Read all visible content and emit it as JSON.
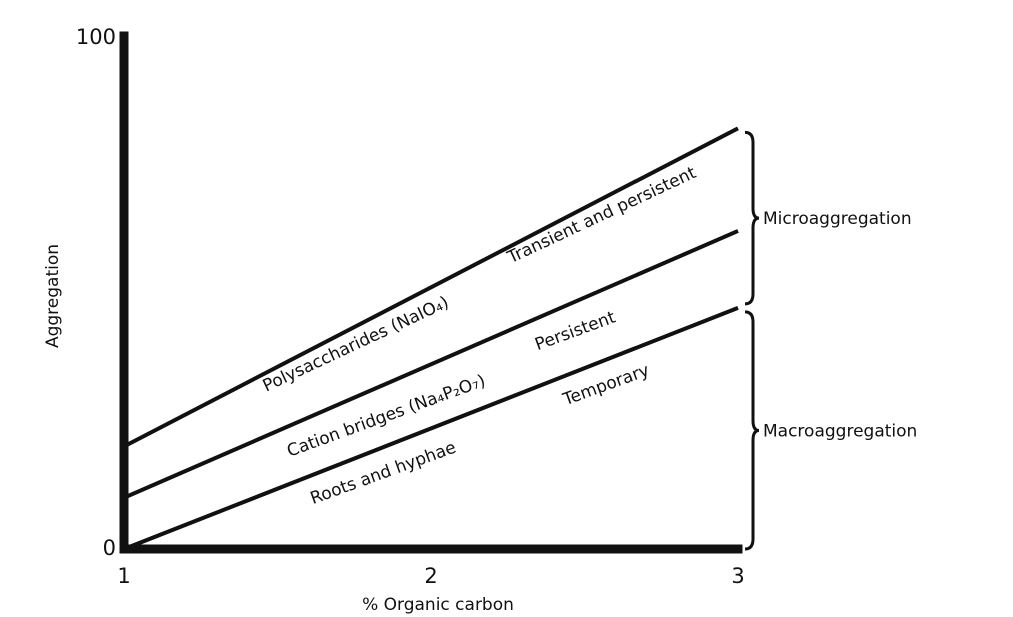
{
  "chart_data": {
    "type": "line",
    "xlabel": "% Organic carbon",
    "ylabel": "Aggregation",
    "xlim": [
      1,
      3
    ],
    "ylim": [
      0,
      100
    ],
    "x_ticks": [
      "1",
      "2",
      "3"
    ],
    "y_ticks": [
      "0",
      "100"
    ],
    "series": [
      {
        "x": [
          1,
          3
        ],
        "y": [
          20,
          82
        ]
      },
      {
        "x": [
          1,
          3
        ],
        "y": [
          10,
          62
        ]
      },
      {
        "x": [
          1,
          3
        ],
        "y": [
          0,
          47
        ]
      }
    ],
    "annotations": {
      "polysaccharides": "Polysaccharides (NaIO₄)",
      "transient": "Transient and persistent",
      "cation": "Cation bridges (Na₄P₂O₇)",
      "persistent": "Persistent",
      "roots": "Roots and hyphae",
      "temporary": "Temporary"
    },
    "brackets": [
      {
        "label": "Microaggregation",
        "y_range": [
          47,
          82
        ]
      },
      {
        "label": "Macroaggregation",
        "y_range": [
          0,
          47
        ]
      }
    ],
    "grid": false,
    "legend": "none",
    "colors": {
      "ink": "#111111",
      "background": "#ffffff"
    }
  }
}
